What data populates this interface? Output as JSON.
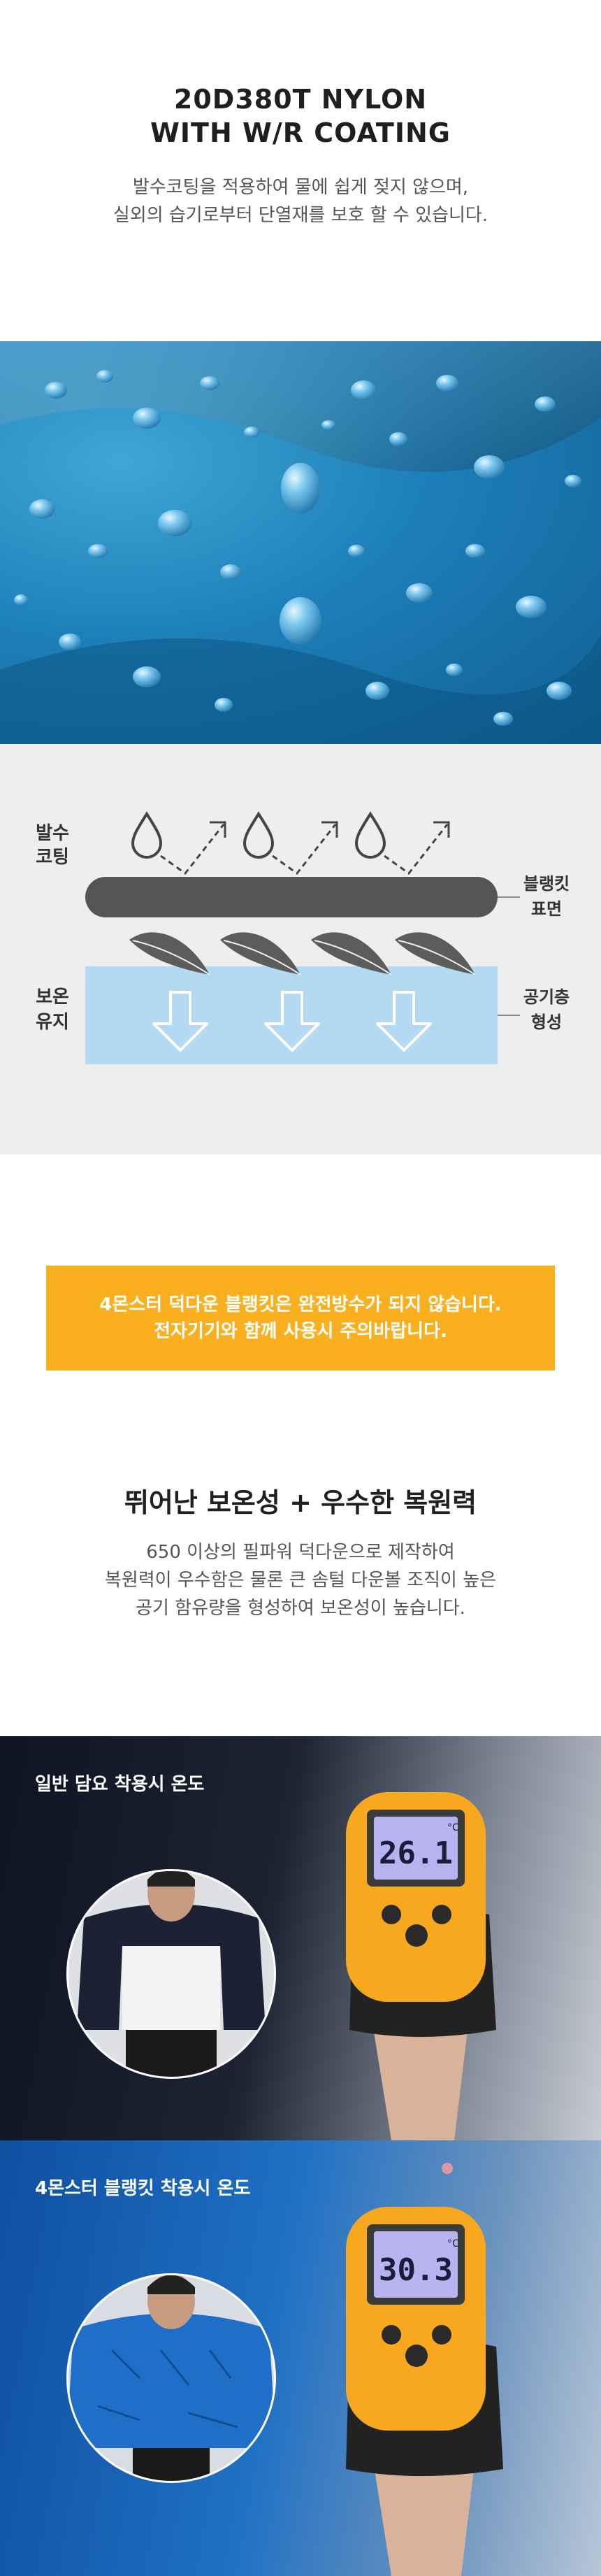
{
  "section1": {
    "title_line1": "20D380T NYLON",
    "title_line2": "WITH W/R COATING",
    "desc_line1": "발수코팅을 적용하여 물에 쉽게 젖지 않으며,",
    "desc_line2": "실외의 습기로부터 단열재를 보호 할 수 있습니다."
  },
  "diagram": {
    "left_top_1": "발수",
    "left_top_2": "코팅",
    "left_bottom_1": "보온",
    "left_bottom_2": "유지",
    "right_top_1": "블랭킷",
    "right_top_2": "표면",
    "right_bottom_1": "공기층",
    "right_bottom_2": "형성",
    "colors": {
      "bar": "#555555",
      "air_layer": "#b4d9f3",
      "arrow_outline": "#ffffff",
      "background": "#eeeeef"
    }
  },
  "notice": {
    "line1": "4몬스터 덕다운 블랭킷은 완전방수가 되지 않습니다.",
    "line2": "전자기기와 함께 사용시 주의바랍니다.",
    "color": "#faaf1e"
  },
  "section2": {
    "title": "뛰어난 보온성 + 우수한 복원력",
    "desc_line1": "650 이상의 필파워 덕다운으로 제작하여",
    "desc_line2": "복원력이 우수함은 물론 큰 솜털 다운볼 조직이 높은",
    "desc_line3": "공기 함유량을 형성하여 보온성이 높습니다."
  },
  "photo1": {
    "label": "일반 담요 착용시 온도",
    "reading": "26.1",
    "unit": "°C"
  },
  "photo2": {
    "label": "4몬스터 블랭킷 착용시 온도",
    "reading": "30.3",
    "unit": "°C"
  }
}
